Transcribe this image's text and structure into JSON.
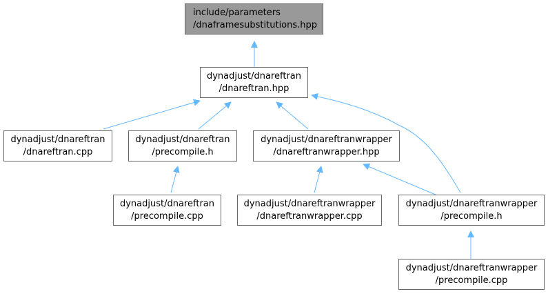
{
  "colors": {
    "edge": "#63b8ff",
    "node_border": "#666666",
    "root_fill": "#999999"
  },
  "nodes": [
    {
      "id": "n0",
      "line1": "include/parameters",
      "line2": "/dnaframesubstitutions.hpp"
    },
    {
      "id": "n1",
      "line1": "dynadjust/dnareftran",
      "line2": "/dnareftran.hpp"
    },
    {
      "id": "n2",
      "line1": "dynadjust/dnareftran",
      "line2": "/dnareftran.cpp"
    },
    {
      "id": "n3",
      "line1": "dynadjust/dnareftran",
      "line2": "/precompile.h"
    },
    {
      "id": "n4",
      "line1": "dynadjust/dnareftranwrapper",
      "line2": "/dnareftranwrapper.hpp"
    },
    {
      "id": "n5",
      "line1": "dynadjust/dnareftran",
      "line2": "/precompile.cpp"
    },
    {
      "id": "n6",
      "line1": "dynadjust/dnareftranwrapper",
      "line2": "/dnareftranwrapper.cpp"
    },
    {
      "id": "n7",
      "line1": "dynadjust/dnareftranwrapper",
      "line2": "/precompile.h"
    },
    {
      "id": "n8",
      "line1": "dynadjust/dnareftranwrapper",
      "line2": "/precompile.cpp"
    }
  ],
  "edges": [
    {
      "from": "n1",
      "to": "n0"
    },
    {
      "from": "n2",
      "to": "n1"
    },
    {
      "from": "n3",
      "to": "n1"
    },
    {
      "from": "n4",
      "to": "n1"
    },
    {
      "from": "n7",
      "to": "n1"
    },
    {
      "from": "n5",
      "to": "n3"
    },
    {
      "from": "n6",
      "to": "n4"
    },
    {
      "from": "n7",
      "to": "n4"
    },
    {
      "from": "n8",
      "to": "n7"
    }
  ]
}
